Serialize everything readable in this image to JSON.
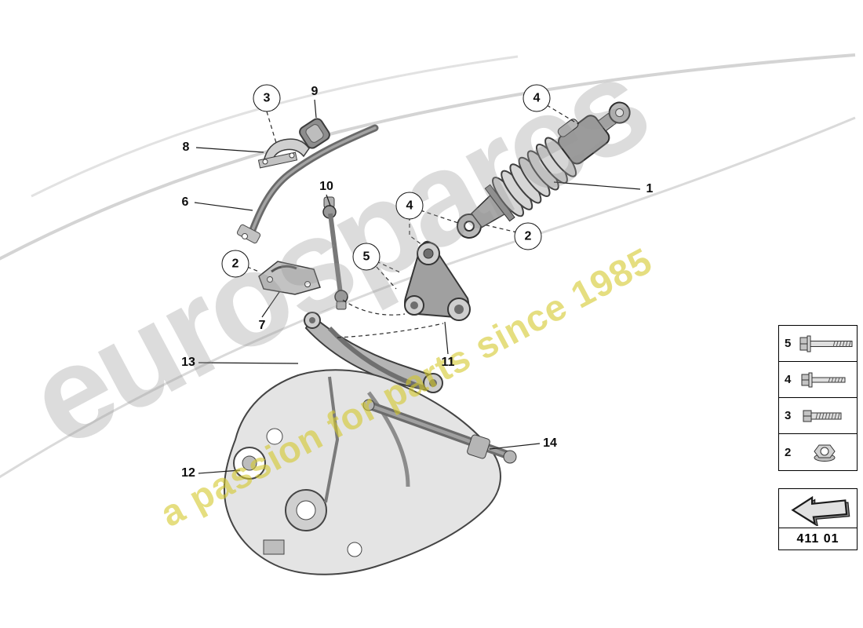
{
  "watermark": {
    "brand": "eurospares",
    "tagline": "a passion for parts since 1985"
  },
  "callouts": [
    {
      "label": "3",
      "circled": true
    },
    {
      "label": "9",
      "circled": false
    },
    {
      "label": "4",
      "circled": true
    },
    {
      "label": "8",
      "circled": false
    },
    {
      "label": "6",
      "circled": false
    },
    {
      "label": "10",
      "circled": false
    },
    {
      "label": "4",
      "circled": true
    },
    {
      "label": "1",
      "circled": false
    },
    {
      "label": "2",
      "circled": true
    },
    {
      "label": "5",
      "circled": true
    },
    {
      "label": "2",
      "circled": true
    },
    {
      "label": "7",
      "circled": false
    },
    {
      "label": "11",
      "circled": false
    },
    {
      "label": "13",
      "circled": false
    },
    {
      "label": "14",
      "circled": false
    },
    {
      "label": "12",
      "circled": false
    }
  ],
  "legend": {
    "items": [
      {
        "number": "5",
        "icon": "hex-bolt-long-icon"
      },
      {
        "number": "4",
        "icon": "hex-bolt-medium-icon"
      },
      {
        "number": "3",
        "icon": "hex-bolt-short-icon"
      },
      {
        "number": "2",
        "icon": "flange-nut-icon"
      }
    ]
  },
  "part_group": {
    "code": "411 01",
    "icon": "back-arrow-icon"
  }
}
